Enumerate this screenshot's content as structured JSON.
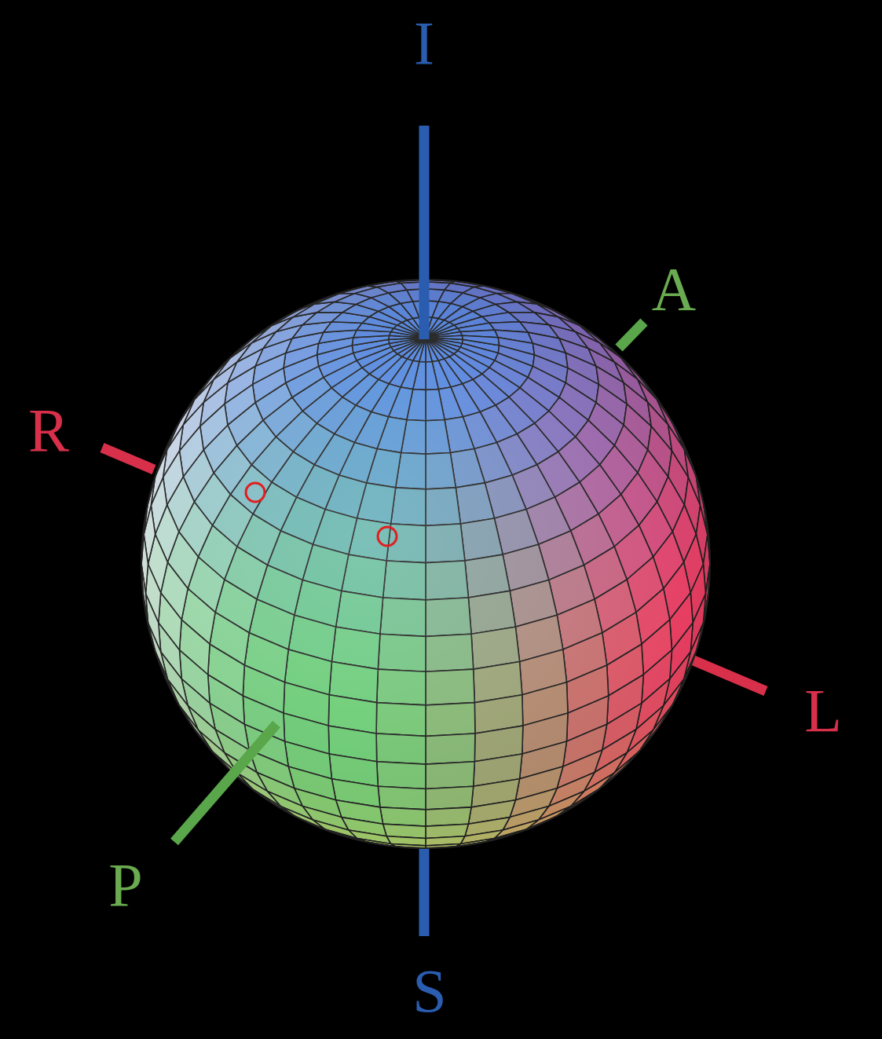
{
  "diagram": {
    "labels": [
      "I",
      "A",
      "R",
      "L",
      "P",
      "S"
    ]
  }
}
